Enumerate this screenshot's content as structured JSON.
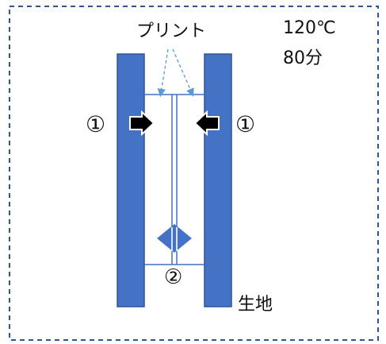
{
  "labels": {
    "print": "プリント",
    "temperature": "120℃",
    "time": "80分",
    "fabric": "生地",
    "marker_1": "①",
    "marker_2": "②"
  },
  "colors": {
    "panel_fill": "#4472C4",
    "panel_stroke": "#2F5597",
    "border": "#2F5597",
    "arrow_fill": "#000000",
    "arrow_outline": "#FFFFFF",
    "diamond_fill": "#4472C4",
    "print_line": "#4472C4",
    "dashed_arrow": "#5B9BD5"
  },
  "icons": {
    "press_arrow": "arrow-right-icon / arrow-left-icon",
    "direction": "diamond-double-arrow-icon"
  }
}
